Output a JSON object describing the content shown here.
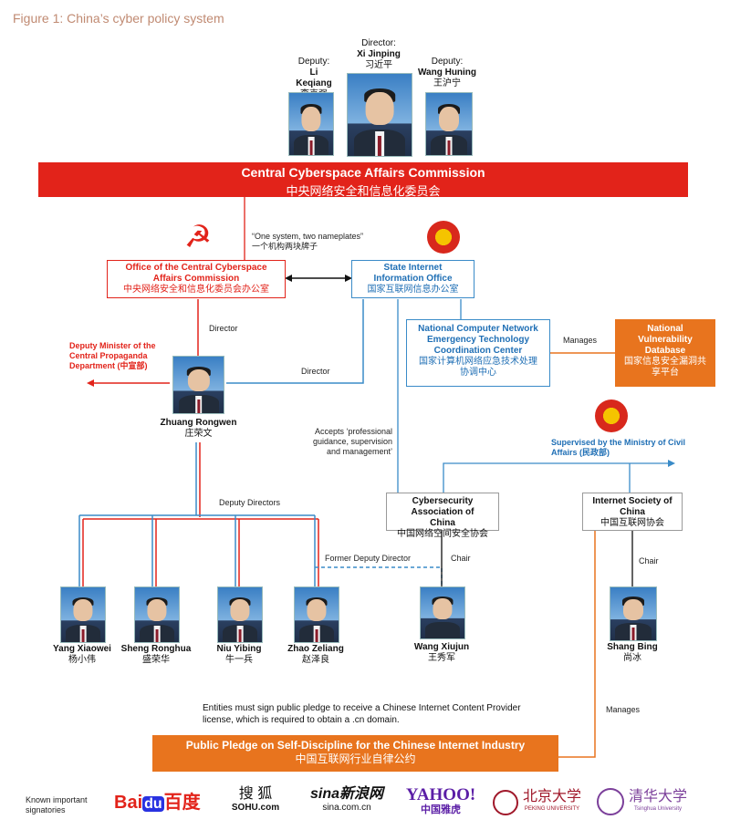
{
  "figure_title": "Figure 1: China’s cyber policy system",
  "leaders": {
    "director": {
      "role": "Director:",
      "name": "Xi Jinping",
      "zh": "习近平"
    },
    "deputy_left": {
      "role": "Deputy:",
      "name": "Li Keqiang",
      "zh": "李克强"
    },
    "deputy_right": {
      "role": "Deputy:",
      "name": "Wang Huning",
      "zh": "王沪宁"
    }
  },
  "commission": {
    "en": "Central Cyberspace Affairs Commission",
    "zh": "中央网络安全和信息化委员会"
  },
  "one_system": {
    "en": "“One system, two nameplates”",
    "zh": "一个机构两块牌子"
  },
  "office": {
    "en": "Office of the Central Cyberspace Affairs Commission",
    "zh": "中央网络安全和信息化委员会办公室"
  },
  "state_office": {
    "en": "State Internet Information Office",
    "zh": "国家互联网信息办公室"
  },
  "cert": {
    "en": "National Computer Network Emergency Technology Coordination Center",
    "zh": "国家计算机网络应急技术处理协调中心"
  },
  "vuln_db": {
    "en": "National Vulnerability Database",
    "zh": "国家信息安全漏洞共享平台"
  },
  "manages_label": "Manages",
  "director_label_1": "Director",
  "director_label_2": "Director",
  "propaganda": {
    "text": "Deputy Minister of the Central Propaganda Department (中宣部)"
  },
  "zhuang": {
    "name": "Zhuang Rongwen",
    "zh": "庄荣文"
  },
  "accepts_label": "Accepts ‘professional guidance, supervision and management’",
  "civil_affairs": "Supervised by the Ministry of Civil Affairs (民政部)",
  "csac": {
    "en": "Cybersecurity Association of China",
    "zh": "中国网络空间安全协会"
  },
  "isc": {
    "en": "Internet Society of China",
    "zh": "中国互联网协会"
  },
  "deputy_directors_label": "Deputy Directors",
  "former_deputy_label": "Former Deputy Director",
  "chair_label_1": "Chair",
  "chair_label_2": "Chair",
  "deputies": [
    {
      "name": "Yang Xiaowei",
      "zh": "杨小伟"
    },
    {
      "name": "Sheng Ronghua",
      "zh": "盛荣华"
    },
    {
      "name": "Niu Yibing",
      "zh": "牛一兵"
    },
    {
      "name": "Zhao Zeliang",
      "zh": "赵泽良"
    }
  ],
  "wang_xiujun": {
    "name": "Wang Xiujun",
    "zh": "王秀军"
  },
  "shang_bing": {
    "name": "Shang Bing",
    "zh": "尚冰"
  },
  "manages_label_2": "Manages",
  "pledge_note": "Entities must sign public pledge to receive a Chinese Internet Content Provider license, which is required to obtain a .cn domain.",
  "pledge": {
    "en": "Public Pledge on Self-Discipline for the Chinese Internet Industry",
    "zh": "中国互联网行业自律公约"
  },
  "signatories_label": "Known important signatories",
  "logos": {
    "baidu_1": "Bai",
    "baidu_2": "du",
    "baidu_3": "百度",
    "sohu_1": "搜 狐",
    "sohu_2": "SOHU.com",
    "sina_1": "sina新浪网",
    "sina_2": "sina.com.cn",
    "yahoo_1": "YAHOO!",
    "yahoo_2": "中国雅虎",
    "pku_1": "北京大学",
    "pku_2": "PEKING UNIVERSITY",
    "tsinghua_1": "清华大学",
    "tsinghua_2": "Tsinghua University"
  },
  "colors": {
    "red": "#e2231a",
    "blue": "#3a8bc8",
    "orange": "#e8741e"
  }
}
